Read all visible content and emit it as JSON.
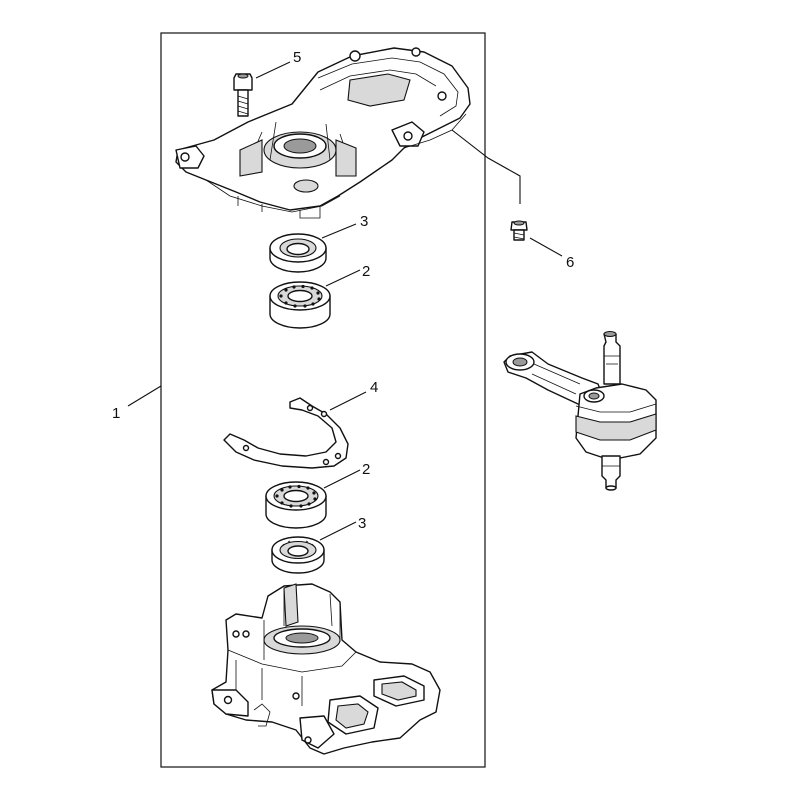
{
  "callouts": {
    "c1": "1",
    "c2a": "2",
    "c2b": "2",
    "c3a": "3",
    "c3b": "3",
    "c4": "4",
    "c5": "5",
    "c6": "6"
  }
}
